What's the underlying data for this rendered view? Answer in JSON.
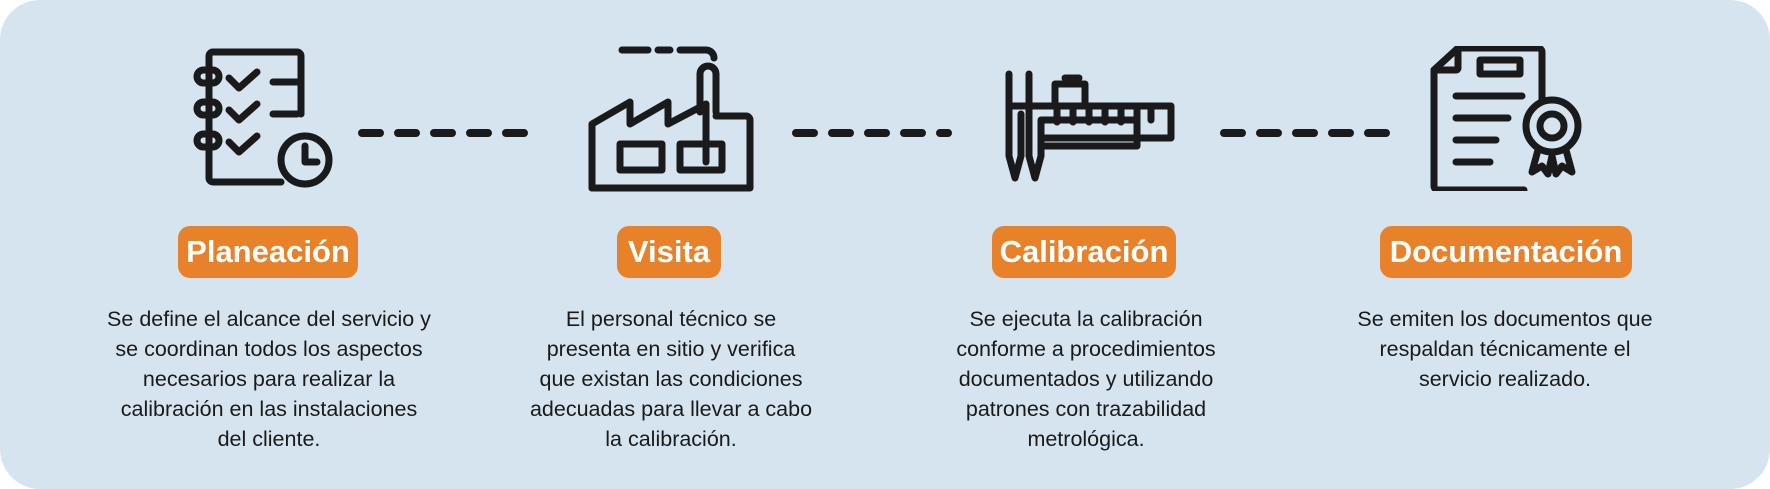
{
  "colors": {
    "background": "#d6e4f0",
    "accent": "#e8822a",
    "label_text": "#ffffff",
    "body_text": "#1a1a1a",
    "icon_stroke": "#1a1a1a"
  },
  "steps": [
    {
      "label": "Planeación",
      "icon": "checklist-clock-icon",
      "description": "Se define el alcance del servicio y se coordinan todos los aspectos necesarios para realizar la calibración en las instalaciones del cliente."
    },
    {
      "label": "Visita",
      "icon": "factory-icon",
      "description": "El personal técnico se presenta en sitio y verifica que existan las condiciones adecuadas para llevar a cabo la calibración."
    },
    {
      "label": "Calibración",
      "icon": "caliper-icon",
      "description": "Se ejecuta la calibración conforme a procedimientos documentados y utilizando patrones con trazabilidad metrológica."
    },
    {
      "label": "Documentación",
      "icon": "certificate-icon",
      "description": "Se emiten los documentos que respaldan técnicamente el servicio realizado."
    }
  ]
}
